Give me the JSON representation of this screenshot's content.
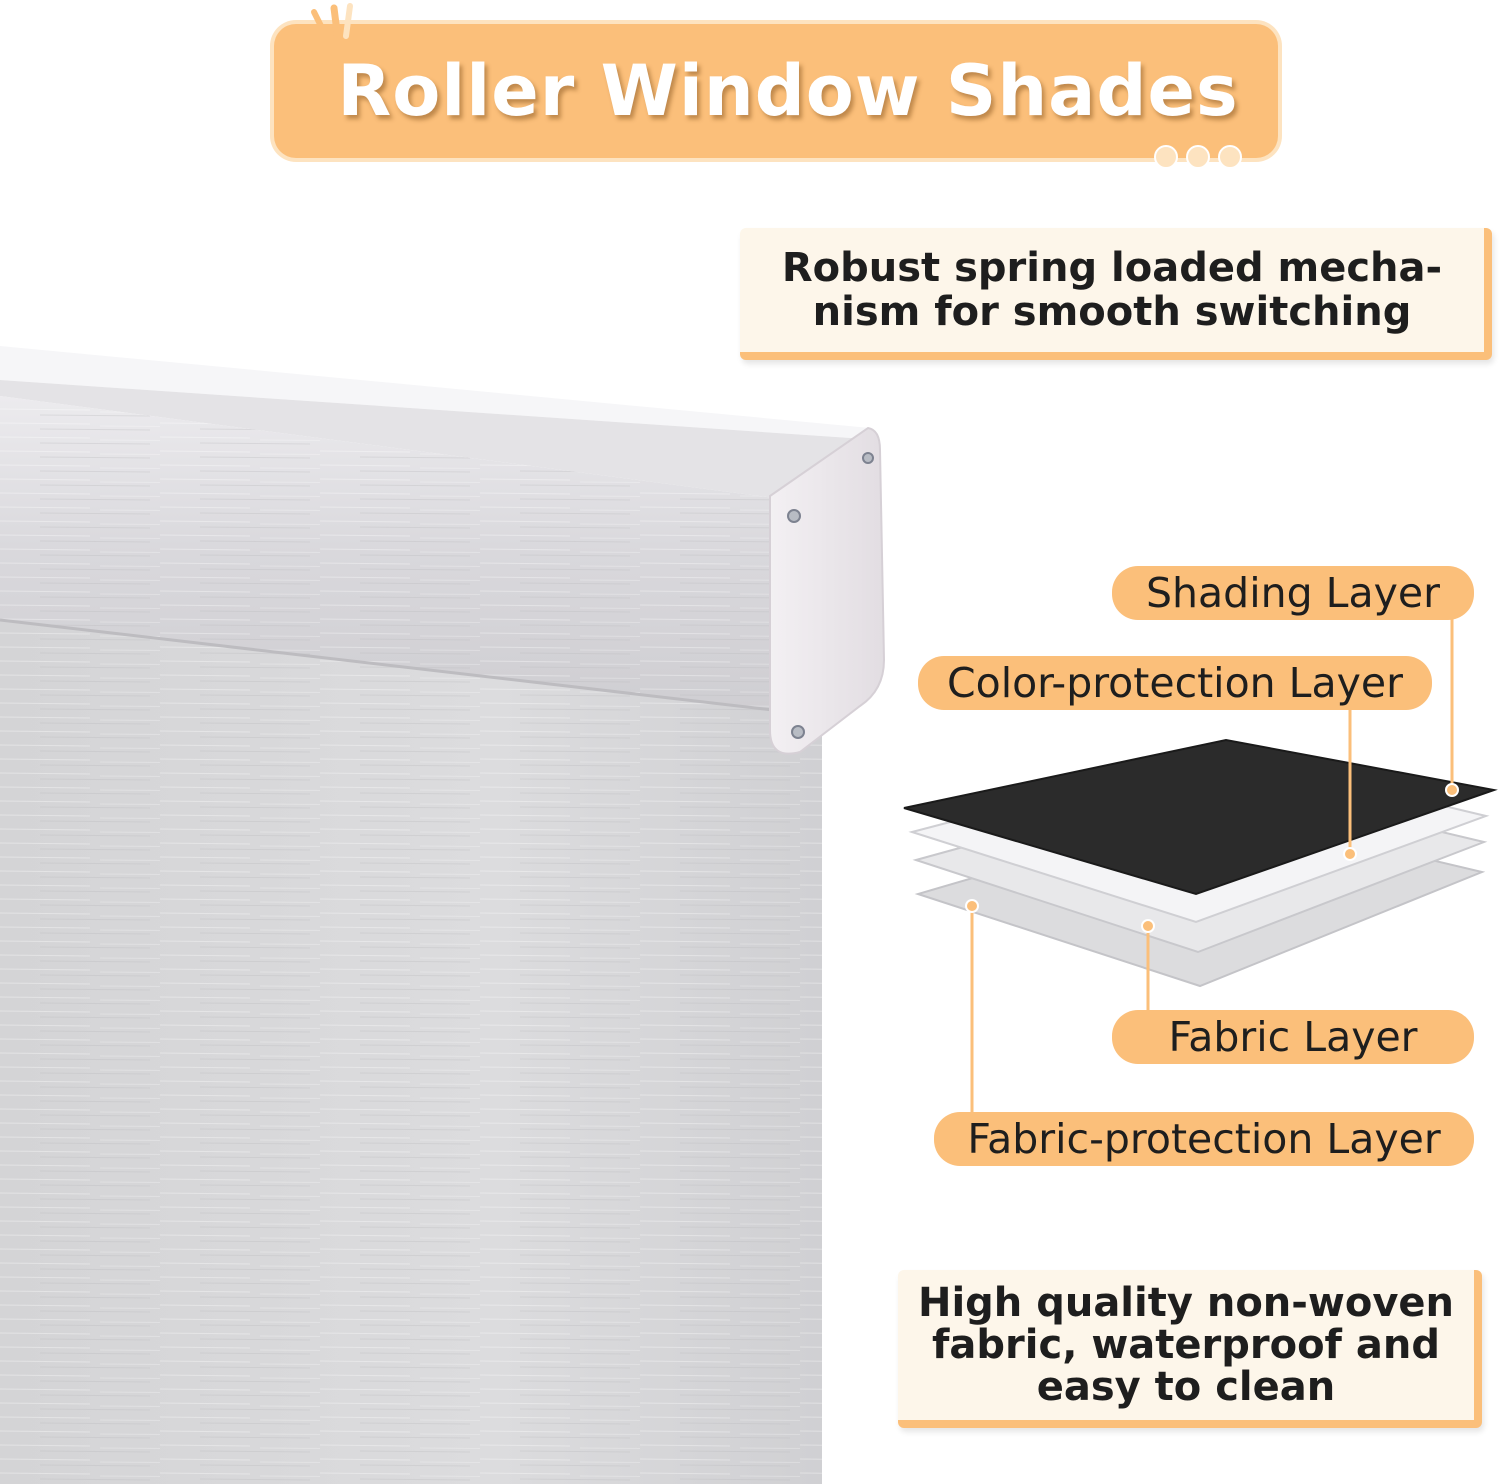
{
  "title": {
    "text": "Roller Window Shades"
  },
  "callouts": {
    "mechanism": "Robust spring loaded mecha- nism for smooth switching",
    "fabric": "High quality non-woven fabric, waterproof and easy to clean"
  },
  "layers": {
    "shading": "Shading Layer",
    "color_protection": "Color-protection Layer",
    "fabric": "Fabric Layer",
    "fabric_protection": "Fabric-protection Layer"
  },
  "colors": {
    "accent": "#fbbf7a",
    "accent_light": "#fde3c0",
    "callout_bg": "#fdf6ea",
    "shading_layer": "#2b2b2b",
    "fabric_gray": "#d7d7d9",
    "text_dark": "#1e1e1e"
  },
  "icons": {
    "sparkle": "sparkle-icon",
    "dots": "three-dots-icon"
  }
}
